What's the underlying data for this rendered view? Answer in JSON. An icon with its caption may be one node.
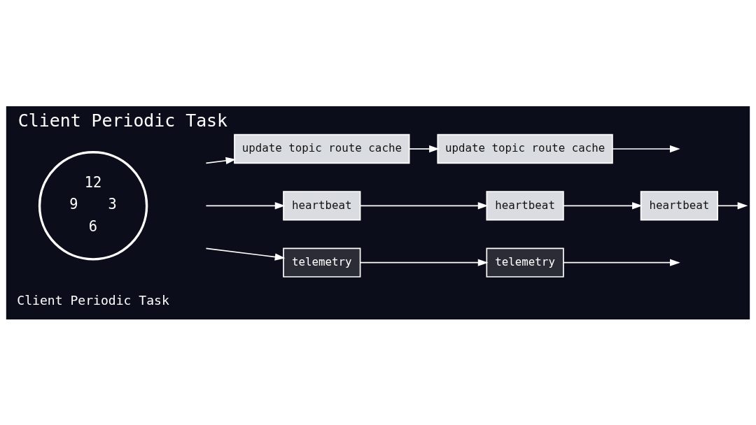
{
  "diagram": {
    "title": "Client Periodic Task",
    "nodes": [
      {
        "text": [],
        "shape": "circle",
        "beside": [
          "Client Periodic Task"
        ]
      },
      {
        "text": [
          "update topic route cache"
        ]
      },
      {
        "text": [
          "update topic route cache"
        ]
      },
      {
        "text": [
          "heartbeat"
        ]
      },
      {
        "text": [
          "heartbeat"
        ]
      },
      {
        "text": [
          "heartbeat"
        ]
      },
      {
        "text": [
          "telemetry"
        ]
      },
      {
        "text": [
          "telemetry"
        ]
      }
    ],
    "edges": [
      {
        "from": null,
        "to": 1,
        "arrow": "to"
      },
      {
        "from": 1,
        "to": 2,
        "arrow": "to"
      },
      {
        "from": 2,
        "to": null,
        "arrow": "to"
      },
      {
        "from": null,
        "to": 3,
        "arrow": "to"
      },
      {
        "from": 3,
        "to": 4,
        "arrow": "to"
      },
      {
        "from": 4,
        "to": 5,
        "arrow": "to"
      },
      {
        "from": 5,
        "to": null,
        "arrow": "to"
      },
      {
        "from": null,
        "to": 6,
        "arrow": "to"
      },
      {
        "from": 6,
        "to": 7,
        "arrow": "to"
      },
      {
        "from": 7,
        "to": null,
        "arrow": "to"
      }
    ],
    "labels": [
      "12",
      "9",
      "3",
      "6"
    ]
  }
}
